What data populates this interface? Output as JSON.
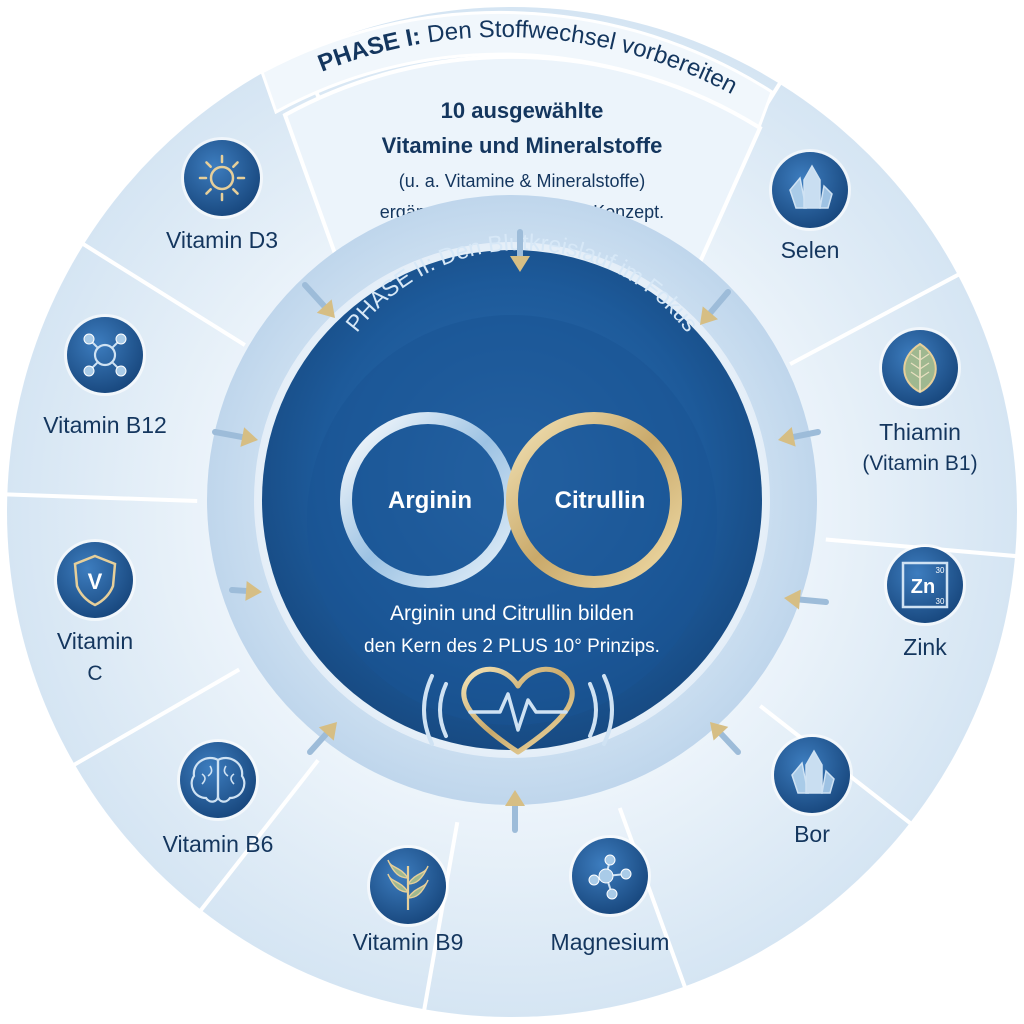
{
  "phase1": {
    "title_bold": "PHASE I:",
    "title_rest": " Den Stoffwechsel vorbereiten",
    "intro": {
      "line1": "10 ausgewählte",
      "line2": "Vitamine und Mineralstoffe",
      "line3": "(u. a. Vitamine & Mineralstoffe)",
      "line4": "ergänzen das 2 PLUS 10° Konzept."
    }
  },
  "segments": [
    {
      "label": "Vitamin D3",
      "icon": "sun-icon"
    },
    {
      "label": "Selen",
      "icon": "crystal-icon"
    },
    {
      "label": "Thiamin",
      "label2": "(Vitamin B1)",
      "icon": "leaf-icon"
    },
    {
      "label": "Zink",
      "icon": "zinc-element-icon",
      "element_symbol": "Zn",
      "element_number": "30"
    },
    {
      "label": "Bor",
      "icon": "crystal-icon"
    },
    {
      "label": "Magnesium",
      "icon": "molecule-icon"
    },
    {
      "label": "Vitamin B9",
      "icon": "plant-icon"
    },
    {
      "label": "Vitamin B6",
      "icon": "brain-icon"
    },
    {
      "label": "Vitamin",
      "label2": "C",
      "icon": "shield-v-icon",
      "badge": "V"
    },
    {
      "label": "Vitamin B12",
      "icon": "network-icon"
    }
  ],
  "phase2": {
    "title": "PHASE II: Den Blutkreislauf im Fokus",
    "ring_left": "Arginin",
    "ring_right": "Citrullin",
    "core_line1": "Arginin und Citrullin bilden",
    "core_line2": "den Kern des 2 PLUS 10° Prinzips.",
    "icon": "heart-pulse-icon"
  },
  "colors": {
    "outer_ring": "#dbe8f4",
    "divider": "#ffffff",
    "core_dark": "#15508f",
    "core_mid": "#2e74b5",
    "text_dark": "#14365e",
    "gold": "#d9c08a",
    "silver": "#c7dcee"
  }
}
